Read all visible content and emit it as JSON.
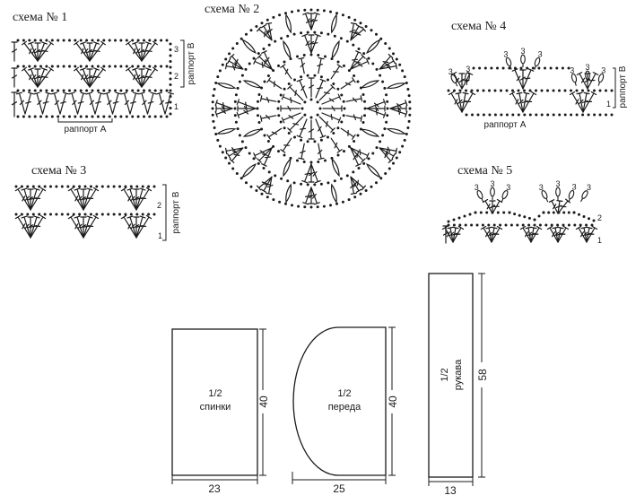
{
  "schemes": {
    "s1": {
      "title": "схема № 1",
      "rapport_a": "раппорт А",
      "rapport_b": "раппорт В",
      "rows": [
        "3",
        "2",
        "1"
      ]
    },
    "s2": {
      "title": "схема № 2"
    },
    "s3": {
      "title": "схема № 3",
      "rapport_b": "раппорт В",
      "rows": [
        "2",
        "1"
      ]
    },
    "s4": {
      "title": "схема № 4",
      "rapport_a": "раппорт А",
      "rapport_b": "раппорт В",
      "rows": [
        "1"
      ]
    },
    "s5": {
      "title": "схема № 5",
      "rows": [
        "2",
        "1"
      ]
    },
    "picot_label": "3"
  },
  "pieces": {
    "back": {
      "fraction": "1/2",
      "name": "спинки",
      "height": "40",
      "width": "23"
    },
    "front": {
      "fraction": "1/2",
      "name": "переда",
      "height": "40",
      "width": "25"
    },
    "sleeve": {
      "fraction": "1/2",
      "name": "рукава",
      "height": "58",
      "width": "13"
    }
  },
  "colors": {
    "ink": "#1a1a1a",
    "paper": "#ffffff"
  }
}
